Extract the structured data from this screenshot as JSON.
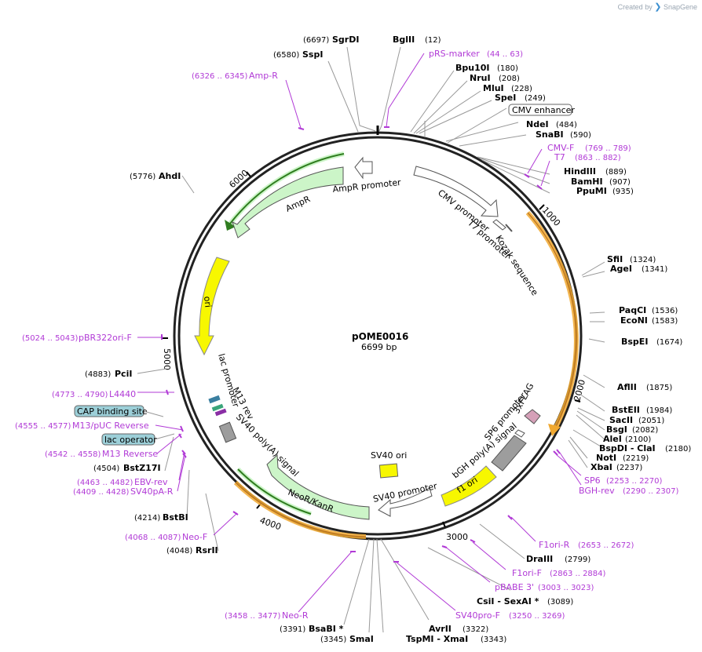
{
  "brand": {
    "created_by": "Created by",
    "name": "SnapGene"
  },
  "plasmid": {
    "name": "pOME0016",
    "size_label": "6699 bp",
    "length": 6699
  },
  "ticks": [
    "1000",
    "2000",
    "3000",
    "4000",
    "5000",
    "6000"
  ],
  "colors": {
    "primer": "#b13ad6",
    "orange": "#f0a830",
    "green_fill": "#ccf5c8",
    "green_line": "#2f7d1f",
    "yellow": "#f7f700",
    "white_arrow": "#ffffff",
    "gray": "#9d9d9d",
    "cap_box": "#9ccfd8"
  },
  "sites": [
    {
      "name": "SgrDI",
      "pos": "(6697)"
    },
    {
      "name": "BglII",
      "pos": "(12)"
    },
    {
      "name": "SspI",
      "pos": "(6580)"
    },
    {
      "name": "Bpu10I",
      "pos": "(180)"
    },
    {
      "name": "NruI",
      "pos": "(208)"
    },
    {
      "name": "MluI",
      "pos": "(228)"
    },
    {
      "name": "SpeI",
      "pos": "(249)"
    },
    {
      "name": "NdeI",
      "pos": "(484)"
    },
    {
      "name": "SnaBI",
      "pos": "(590)"
    },
    {
      "name": "HindIII",
      "pos": "(889)"
    },
    {
      "name": "BamHI",
      "pos": "(907)"
    },
    {
      "name": "PpuMI",
      "pos": "(935)"
    },
    {
      "name": "AhdI",
      "pos": "(5776)"
    },
    {
      "name": "SfiI",
      "pos": "(1324)"
    },
    {
      "name": "AgeI",
      "pos": "(1341)"
    },
    {
      "name": "PaqCI",
      "pos": "(1536)"
    },
    {
      "name": "EcoNI",
      "pos": "(1583)"
    },
    {
      "name": "BspEI",
      "pos": "(1674)"
    },
    {
      "name": "AflII",
      "pos": "(1875)"
    },
    {
      "name": "BstEII",
      "pos": "(1984)"
    },
    {
      "name": "SacII",
      "pos": "(2051)"
    },
    {
      "name": "BsgI",
      "pos": "(2082)"
    },
    {
      "name": "AleI",
      "pos": "(2100)"
    },
    {
      "name": "BspDI - ClaI",
      "pos": "(2180)"
    },
    {
      "name": "NotI",
      "pos": "(2219)"
    },
    {
      "name": "XbaI",
      "pos": "(2237)"
    },
    {
      "name": "PciI",
      "pos": "(4883)"
    },
    {
      "name": "BstZ17I",
      "pos": "(4504)"
    },
    {
      "name": "BstBI",
      "pos": "(4214)"
    },
    {
      "name": "RsrII",
      "pos": "(4048)"
    },
    {
      "name": "DraIII",
      "pos": "(2799)"
    },
    {
      "name": "CsiI - SexAI *",
      "pos": "(3089)"
    },
    {
      "name": "AvrII",
      "pos": "(3322)"
    },
    {
      "name": "TspMI - XmaI",
      "pos": "(3343)"
    },
    {
      "name": "BsaBI *",
      "pos": "(3391)"
    },
    {
      "name": "SmaI",
      "pos": "(3345)"
    }
  ],
  "primers": [
    {
      "name": "pRS-marker",
      "range": "(44 .. 63)"
    },
    {
      "name": "Amp-R",
      "range": "(6326 .. 6345)"
    },
    {
      "name": "CMV-F",
      "range": "(769 .. 789)"
    },
    {
      "name": "T7",
      "range": "(863 .. 882)"
    },
    {
      "name": "pBR322ori-F",
      "range": "(5024 .. 5043)"
    },
    {
      "name": "L4440",
      "range": "(4773 .. 4790)"
    },
    {
      "name": "M13/pUC Reverse",
      "range": "(4555 .. 4577)"
    },
    {
      "name": "M13 Reverse",
      "range": "(4542 .. 4558)"
    },
    {
      "name": "EBV-rev",
      "range": "(4463 .. 4482)"
    },
    {
      "name": "SV40pA-R",
      "range": "(4409 .. 4428)"
    },
    {
      "name": "Neo-F",
      "range": "(4068 .. 4087)"
    },
    {
      "name": "Neo-R",
      "range": "(3458 .. 3477)"
    },
    {
      "name": "SP6",
      "range": "(2253 .. 2270)"
    },
    {
      "name": "BGH-rev",
      "range": "(2290 .. 2307)"
    },
    {
      "name": "F1ori-R",
      "range": "(2653 .. 2672)"
    },
    {
      "name": "F1ori-F",
      "range": "(2863 .. 2884)"
    },
    {
      "name": "pBABE 3'",
      "range": "(3003 .. 3023)"
    },
    {
      "name": "SV40pro-F",
      "range": "(3250 .. 3269)"
    }
  ],
  "features": {
    "cmv_enhancer": "CMV enhancer",
    "cap_binding_site": "CAP binding site",
    "lac_operator": "lac operator",
    "ampr_promoter": "AmpR promoter",
    "ampr": "AmpR",
    "cmv_promoter": "CMV promoter",
    "t7_promoter": "T7 promoter",
    "kozak": "Kozak sequence",
    "ori": "ori",
    "lac_promoter": "lac promoter",
    "m13_rev": "M13 rev",
    "sv40_polya": "SV40 poly(A) signal",
    "sv40_ori": "SV40 ori",
    "neo_kan": "NeoR/KanR",
    "sv40_promoter": "SV40 promoter",
    "f1_ori": "f1 ori",
    "bgh_polya": "bGH poly(A) signal",
    "sp6_promoter": "SP6 promoter",
    "flag": "3xFLAG"
  }
}
